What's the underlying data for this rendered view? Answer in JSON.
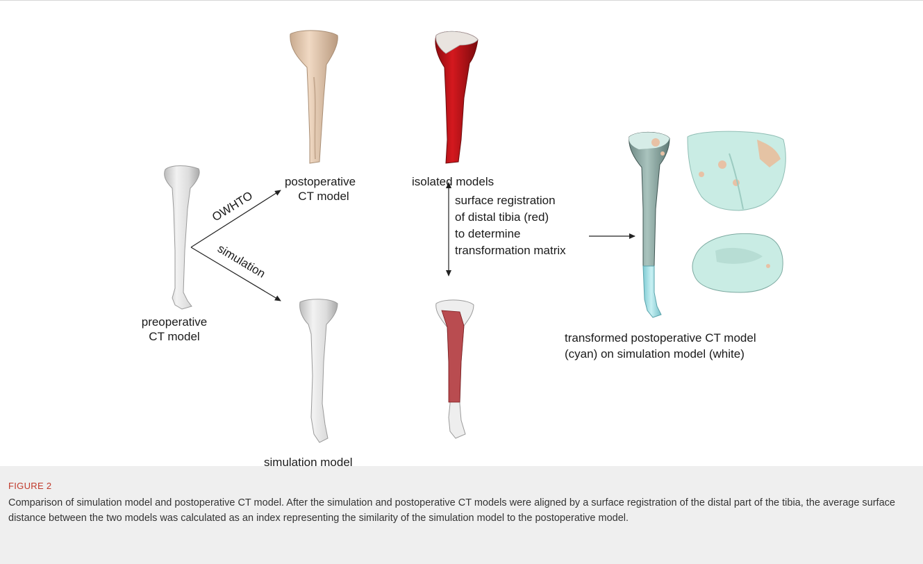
{
  "figure": {
    "labels": {
      "preoperative": [
        "preoperative",
        "CT model"
      ],
      "postoperative": [
        "postoperative",
        "CT model"
      ],
      "isolated": "isolated models",
      "simulation_model": "simulation model",
      "owhto_arrow": "OWHTO",
      "simulation_arrow": "simulation",
      "registration": [
        "surface registration",
        "of distal tibia (red)",
        "to determine",
        "transformation matrix"
      ],
      "transformed": [
        "transformed postoperative CT model",
        "(cyan) on simulation model (white)"
      ]
    },
    "colors": {
      "bone_white": "#e6e6e6",
      "bone_post": "#e8cdb4",
      "isolated_red": "#c4161c",
      "overlay_red": "#b33a3a",
      "cyan": "#a9e4ea",
      "overlay_cyan": "#c8e8e2",
      "arrow": "#222222"
    }
  },
  "caption": {
    "label": "FIGURE 2",
    "text": "Comparison of simulation model and postoperative CT model. After the simulation and postoperative CT models were aligned by a surface registration of the distal part of the tibia, the average surface distance between the two models was calculated as an index representing the similarity of the simulation model to the postoperative model."
  }
}
